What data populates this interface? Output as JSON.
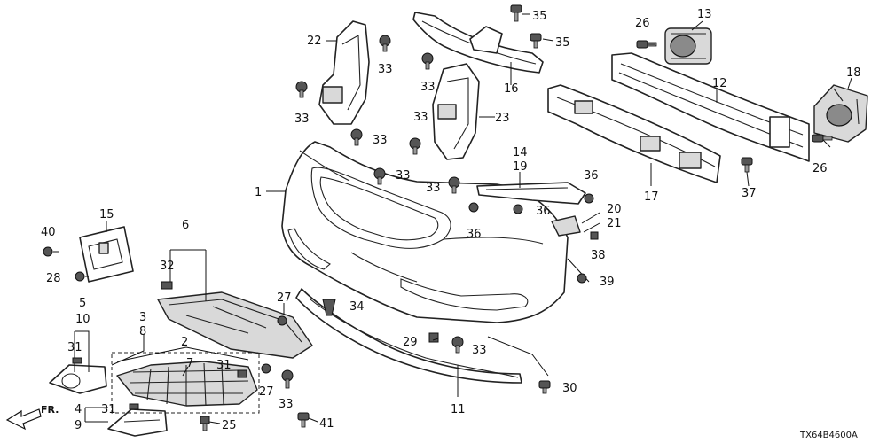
{
  "diagram": {
    "code": "TX64B4600A",
    "direction_label": "FR.",
    "callouts": [
      "1",
      "2",
      "3",
      "4",
      "5",
      "6",
      "7",
      "8",
      "9",
      "10",
      "11",
      "12",
      "13",
      "14",
      "15",
      "16",
      "17",
      "18",
      "19",
      "20",
      "21",
      "22",
      "23",
      "25",
      "26",
      "27",
      "28",
      "29",
      "30",
      "31",
      "32",
      "33",
      "34",
      "35",
      "36",
      "37",
      "38",
      "39",
      "40",
      "41"
    ]
  }
}
